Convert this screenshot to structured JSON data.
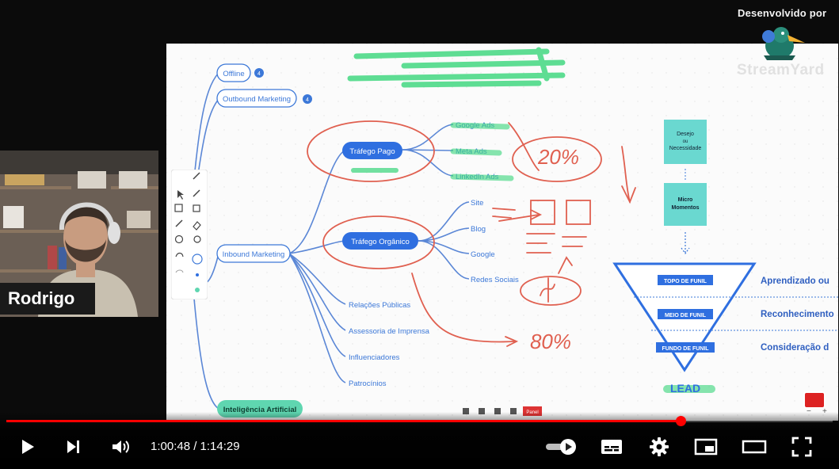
{
  "overlay": {
    "brand_caption": "Desenvolvido por",
    "brand_name": "StreamYard",
    "presenter_name": "Rodrigo"
  },
  "mindmap": {
    "top_nodes": [
      {
        "label": "Offline",
        "badge": "4"
      },
      {
        "label": "Outbound Marketing",
        "badge": "4"
      }
    ],
    "inbound": "Inbound Marketing",
    "paid": {
      "label": "Tráfego Pago",
      "children": [
        "Google Ads",
        "Meta Ads",
        "LinkedIn Ads"
      ]
    },
    "organic": {
      "label": "Tráfego Orgânico",
      "children": [
        "Site",
        "Blog",
        "Google",
        "Redes Sociais"
      ]
    },
    "inbound_children": [
      "Relações Públicas",
      "Assessoria de Imprensa",
      "Influenciadores",
      "Patrocínios"
    ],
    "ai_node": "Inteligência Artificial"
  },
  "annotations": {
    "percent_top": "20%",
    "percent_bottom": "80%"
  },
  "funnel": {
    "box1": [
      "Desejo",
      "ou",
      "Necessidade"
    ],
    "box2": [
      "Micro",
      "Momentos"
    ],
    "stages": [
      {
        "label": "TOPO DE FUNIL",
        "right": "Aprendizado ou"
      },
      {
        "label": "MEIO DE FUNIL",
        "right": "Reconhecimento"
      },
      {
        "label": "FUNDO DE FUNIL",
        "right": "Consideração d"
      }
    ],
    "result": "LEAD"
  },
  "board_footer": {
    "button": "Panel"
  },
  "player": {
    "current_time": "1:00:48",
    "duration": "1:14:29",
    "time_display": "1:00:48 / 1:14:29",
    "progress": 0.816,
    "accent": "#ff0000",
    "icons": [
      "play-icon",
      "next-icon",
      "volume-icon",
      "autoplay-toggle-icon",
      "subtitles-icon",
      "settings-icon",
      "miniplayer-icon",
      "theater-icon",
      "fullscreen-icon"
    ]
  }
}
